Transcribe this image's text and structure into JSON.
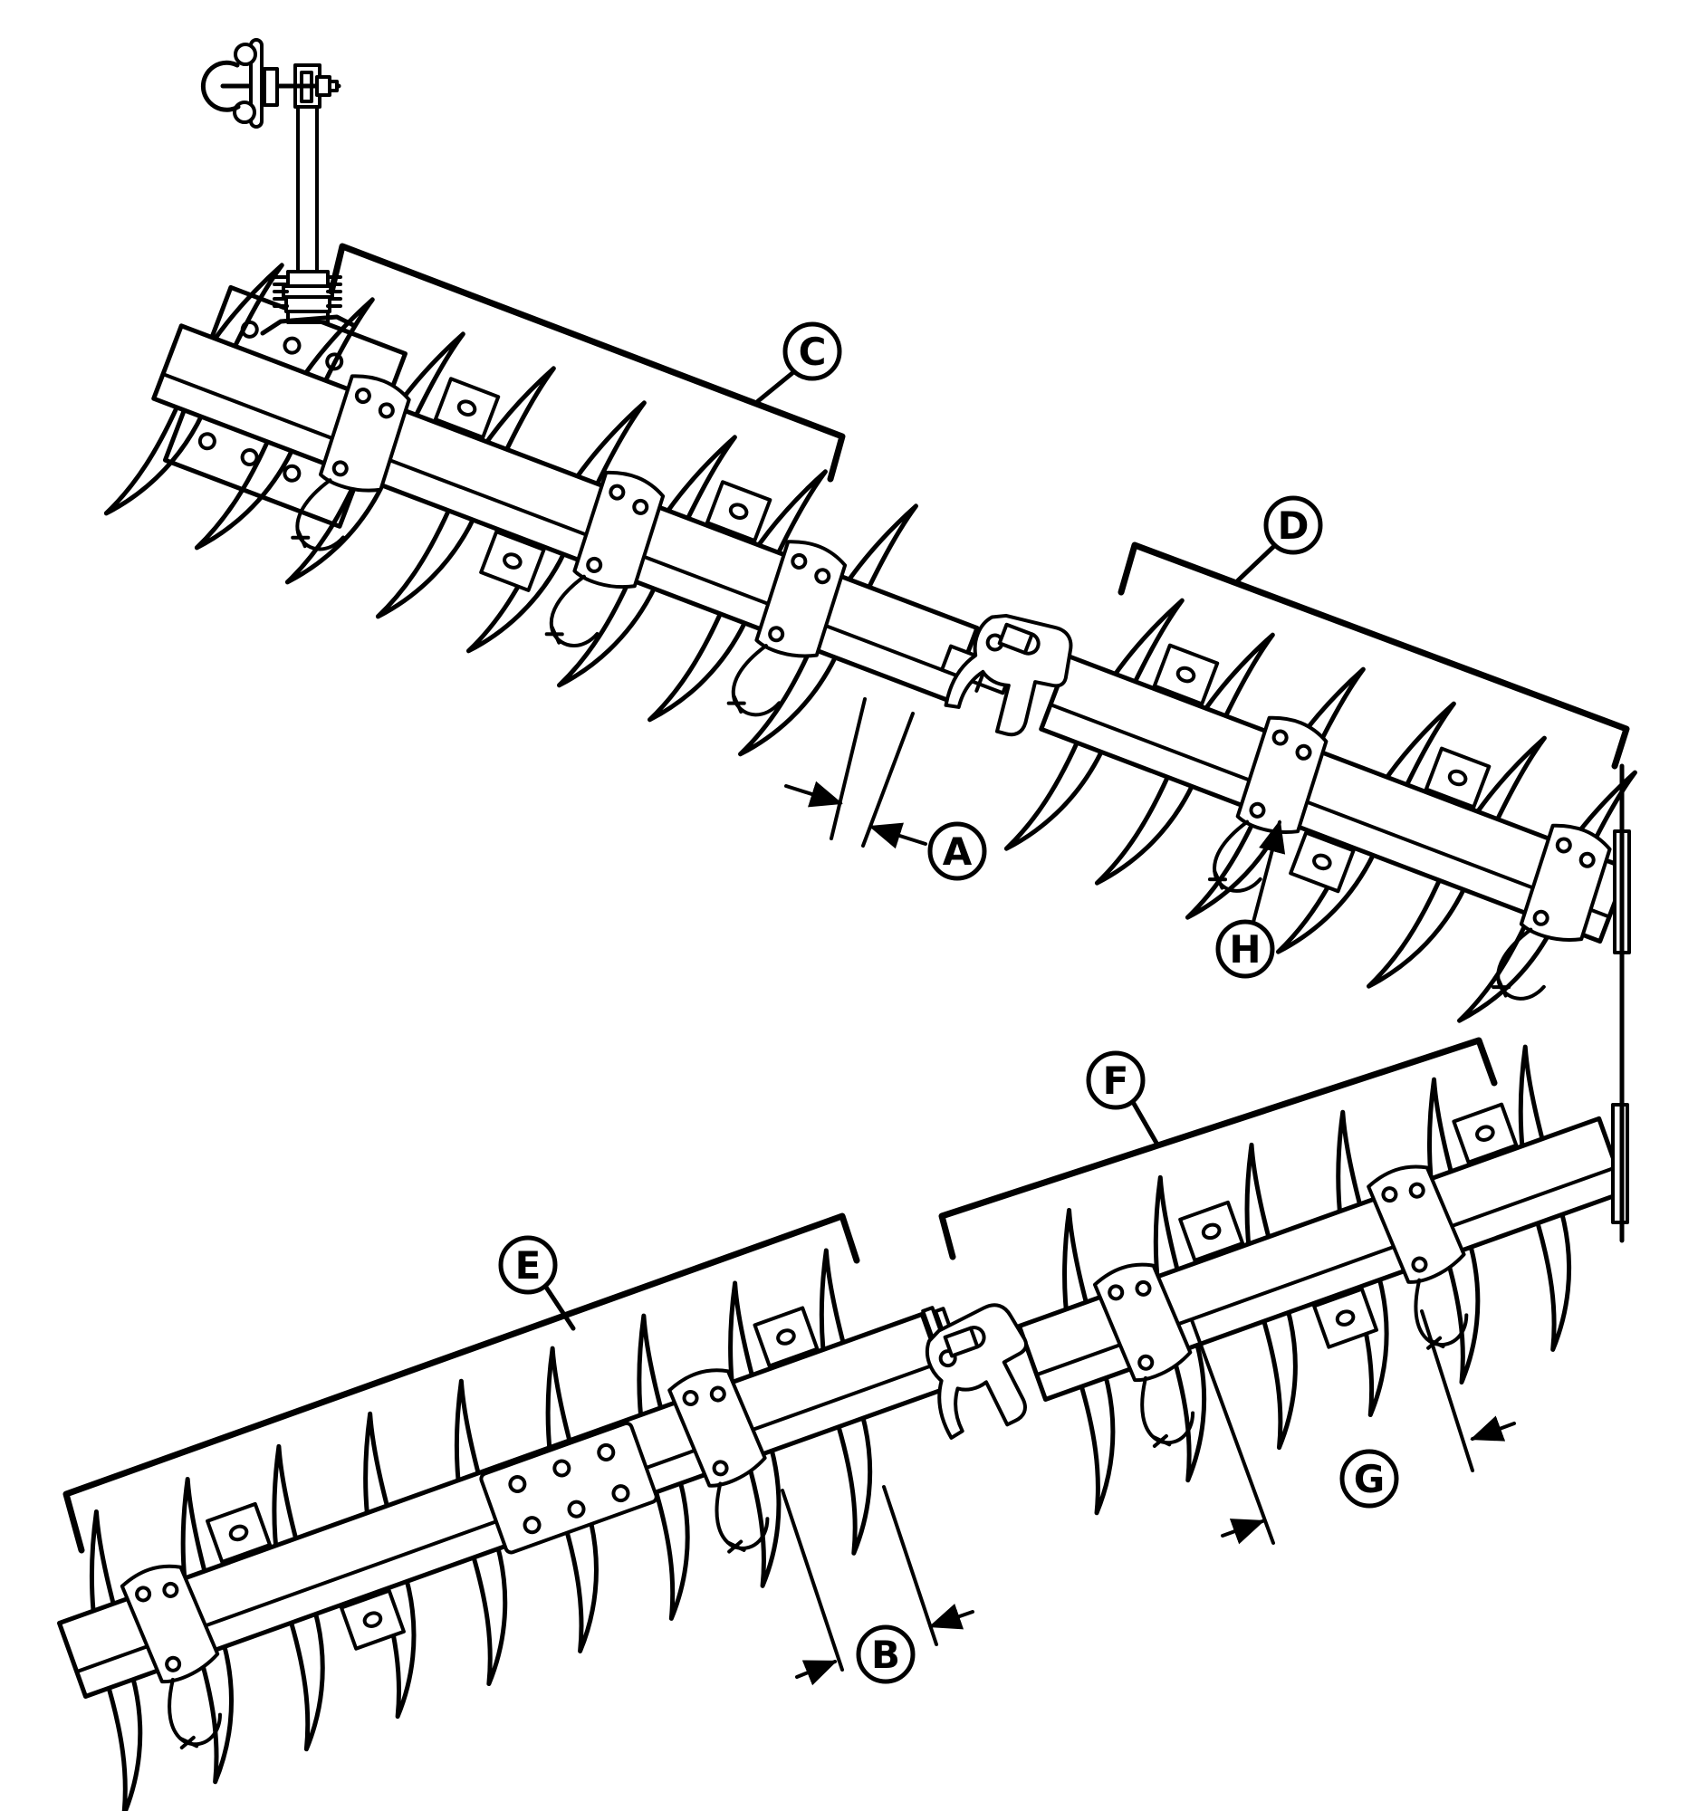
{
  "figure": {
    "background_color": "#ffffff",
    "line_color": "#000000",
    "callouts": {
      "a": "A",
      "b": "B",
      "c": "C",
      "d": "D",
      "e": "E",
      "f": "F",
      "g": "G",
      "h": "H"
    }
  }
}
